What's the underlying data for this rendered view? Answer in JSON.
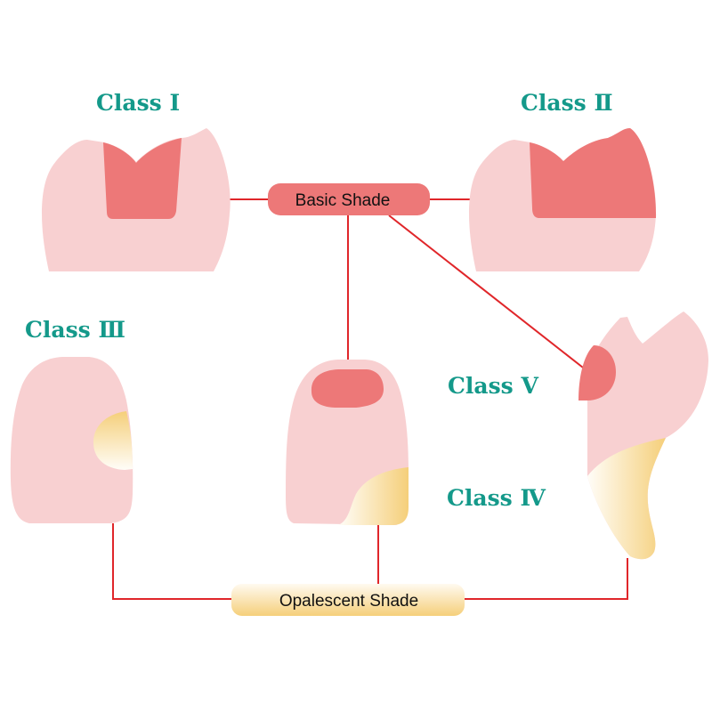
{
  "labels": {
    "class_1": "Class Ⅰ",
    "class_2": "Class Ⅱ",
    "class_3": "Class Ⅲ",
    "class_4": "Class Ⅳ",
    "class_5": "Class Ⅴ"
  },
  "nodes": {
    "basic_shade": "Basic Shade",
    "opalescent_shade": "Opalescent Shade"
  },
  "colors": {
    "tooth": "#f8d0d1",
    "basic_shade": "#ed7878",
    "opalescent_start": "#fffdf8",
    "opalescent_end": "#f5cf7a",
    "connector": "#e0262a",
    "label": "#14998a"
  }
}
